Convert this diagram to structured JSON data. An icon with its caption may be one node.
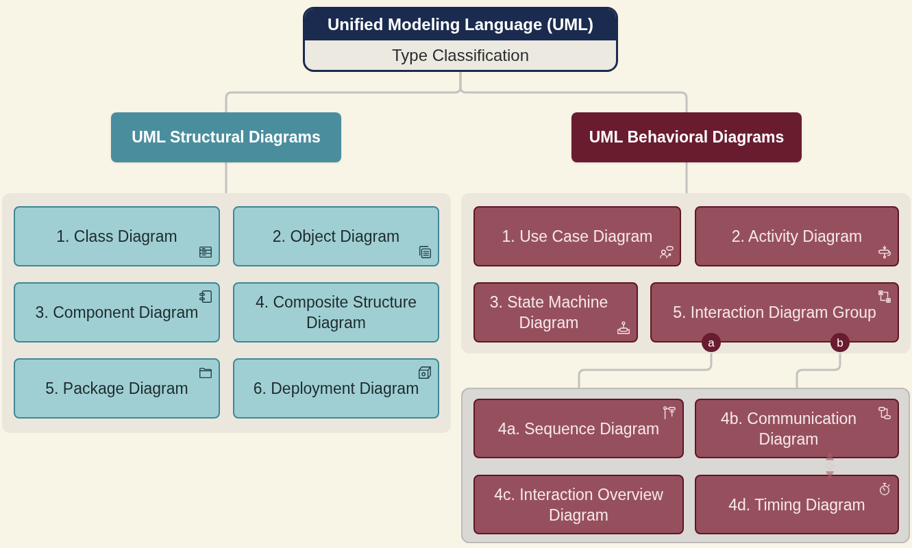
{
  "diagram": {
    "nodes": [
      {
        "text": [
          "Unified Modeling Language (UML)",
          "Type Classification"
        ]
      },
      {
        "text": [
          "UML Structural Diagrams"
        ]
      },
      {
        "text": [
          "UML Behavioral Diagrams"
        ]
      },
      {
        "text": [],
        "shape": "box"
      },
      {
        "text": [
          "1. Class Diagram"
        ],
        "in": 3
      },
      {
        "text": [
          "2. Object Diagram"
        ],
        "in": 3
      },
      {
        "text": [
          "3. Component Diagram"
        ],
        "in": 3
      },
      {
        "text": [
          "4. Composite Structure Diagram"
        ],
        "in": 3
      },
      {
        "text": [
          "5. Package Diagram"
        ],
        "in": 3
      },
      {
        "text": [
          "6. Deployment Diagram"
        ],
        "in": 3
      },
      {
        "text": [],
        "shape": "box"
      },
      {
        "text": [
          "1. Use Case Diagram"
        ],
        "in": 10
      },
      {
        "text": [
          "2. Activity Diagram"
        ],
        "in": 10
      },
      {
        "text": [
          "3. State Machine Diagram"
        ],
        "in": 10
      },
      {
        "text": [
          "5. Interaction Diagram Group"
        ],
        "in": 10
      },
      {
        "text": [
          "a"
        ],
        "in": 10
      },
      {
        "text": [
          "b"
        ],
        "in": 10
      },
      {
        "text": [],
        "shape": "box"
      },
      {
        "text": [
          "4a. Sequence Diagram"
        ],
        "in": 17
      },
      {
        "text": [
          "4b. Communication Diagram"
        ],
        "in": 17
      },
      {
        "text": [
          "4c. Interaction Overview Diagram"
        ],
        "in": 17
      },
      {
        "text": [
          "4d. Timing Diagram"
        ],
        "in": 17
      }
    ],
    "edges": [
      {
        "from": 0,
        "to": 1,
        "arrow": "none"
      },
      {
        "from": 0,
        "to": 2,
        "arrow": "none"
      },
      {
        "from": 1,
        "to": 3,
        "arrow": "none"
      },
      {
        "from": 2,
        "to": 10,
        "arrow": "none"
      },
      {
        "from": 15,
        "to": 17,
        "arrow": "none"
      },
      {
        "from": 16,
        "to": 17,
        "arrow": "none"
      }
    ]
  }
}
